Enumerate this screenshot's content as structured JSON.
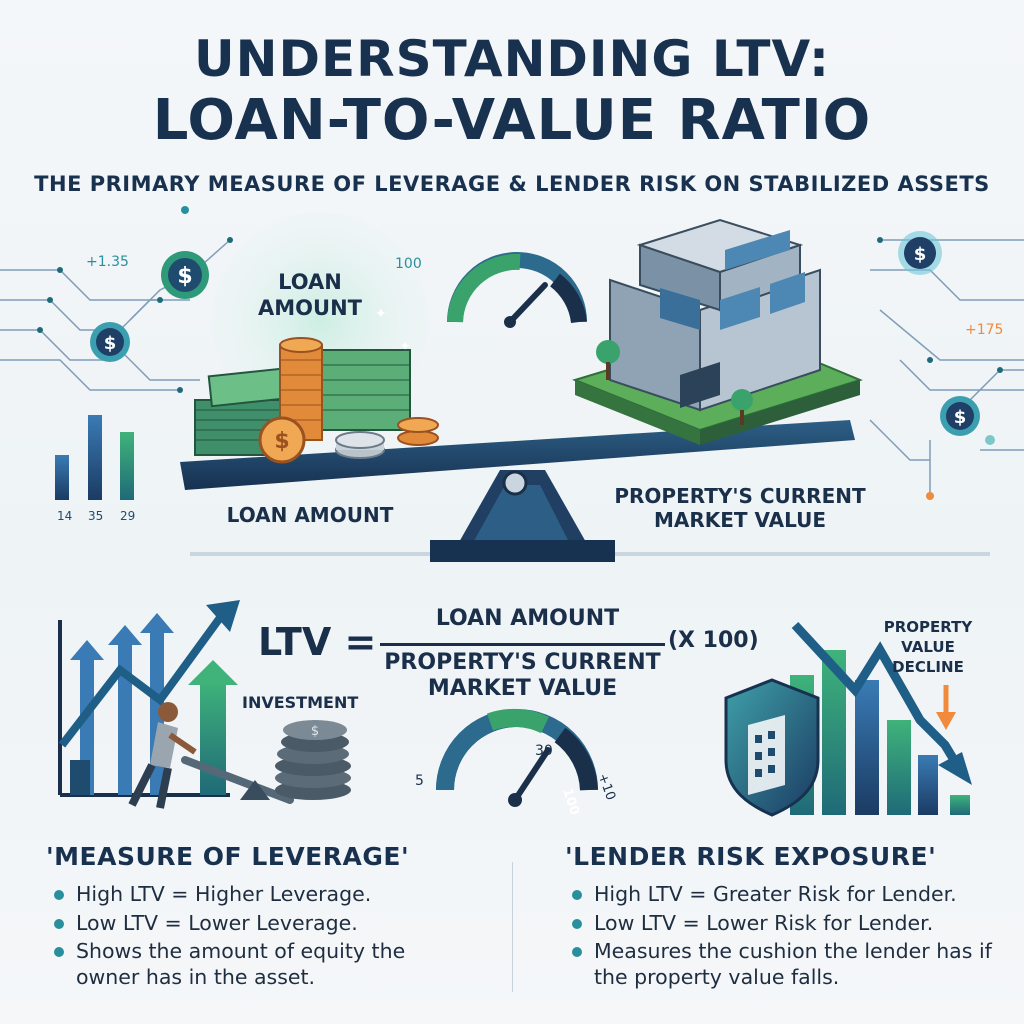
{
  "header": {
    "title_line1": "UNDERSTANDING LTV:",
    "title_line2": "LOAN-TO-VALUE RATIO",
    "subtitle": "THE PRIMARY MEASURE OF LEVERAGE & LENDER RISK ON STABILIZED ASSETS"
  },
  "scale": {
    "loan_bubble_label_1": "LOAN",
    "loan_bubble_label_2": "AMOUNT",
    "left_label": "LOAN AMOUNT",
    "right_label_1": "PROPERTY'S CURRENT",
    "right_label_2": "MARKET VALUE",
    "gauge_top_label": "100"
  },
  "left_network": {
    "value_label": "+1.35",
    "bar_labels": [
      "14",
      "35",
      "29"
    ]
  },
  "right_network": {
    "value_label": "+175"
  },
  "formula": {
    "ltv": "LTV =",
    "numerator": "LOAN AMOUNT",
    "denominator_1": "PROPERTY'S CURRENT",
    "denominator_2": "MARKET VALUE",
    "multiplier": "(X 100)"
  },
  "mid_gauge": {
    "left_label": "5",
    "mid_label": "30",
    "end_label": "100",
    "right_label": "+10"
  },
  "investment_label": "INVESTMENT",
  "decline_label": [
    "PROPERTY",
    "VALUE",
    "DECLINE"
  ],
  "leverage": {
    "title": "'MEASURE OF LEVERAGE'",
    "bullets": [
      "High LTV = Higher Leverage.",
      "Low LTV = Lower Leverage.",
      "Shows the amount of equity the owner has in the asset."
    ]
  },
  "risk": {
    "title": "'LENDER RISK EXPOSURE'",
    "bullets": [
      "High LTV = Greater Risk for Lender.",
      "Low LTV = Lower Risk for Lender.",
      "Measures the cushion the lender has if the property value falls."
    ]
  },
  "colors": {
    "navy": "#1a2f4a",
    "teal": "#2a8f9c",
    "green": "#3aa36b",
    "orange": "#f08a3c"
  }
}
